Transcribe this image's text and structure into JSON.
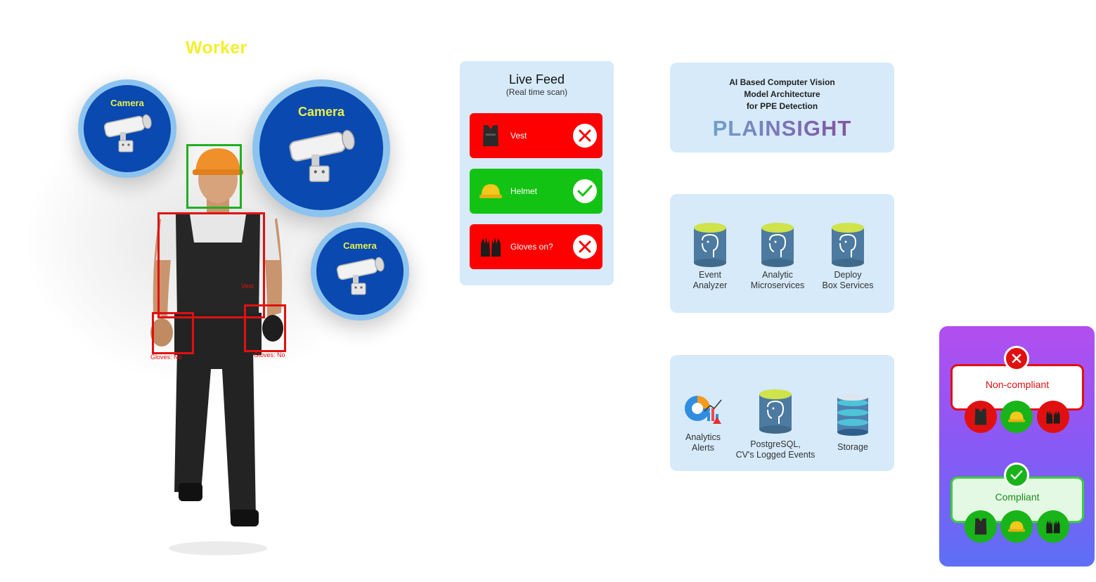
{
  "worker": {
    "title": "Worker",
    "detections": {
      "vest": "Vest",
      "left_glove": "Gloves: No",
      "right_glove": "Gloves: No"
    }
  },
  "cameras": [
    {
      "label": "Camera"
    },
    {
      "label": "Camera"
    },
    {
      "label": "Camera"
    }
  ],
  "live_feed": {
    "title": "Live Feed",
    "subtitle": "(Real time scan)",
    "items": [
      {
        "label": "Vest",
        "status": "fail",
        "color": "#ff0000"
      },
      {
        "label": "Helmet",
        "status": "pass",
        "color": "#13c313"
      },
      {
        "label": "Gloves on?",
        "status": "fail",
        "color": "#ff0000"
      }
    ]
  },
  "architecture": {
    "line1": "AI Based Computer Vision",
    "line2": "Model Architecture",
    "line3": "for PPE Detection",
    "brand": "PLAINSIGHT"
  },
  "services": [
    {
      "line1": "Event",
      "line2": "Analyzer"
    },
    {
      "line1": "Analytic",
      "line2": "Microservices"
    },
    {
      "line1": "Deploy",
      "line2": "Box Services"
    }
  ],
  "storage": [
    {
      "line1": "Analytics",
      "line2": "Alerts"
    },
    {
      "line1": "PostgreSQL,",
      "line2": "CV's Logged Events"
    },
    {
      "line1": "Storage",
      "line2": ""
    }
  ],
  "compliance": {
    "non_compliant": "Non-compliant",
    "compliant": "Compliant",
    "colors": {
      "fail": "#e01010",
      "pass": "#19b419"
    }
  }
}
